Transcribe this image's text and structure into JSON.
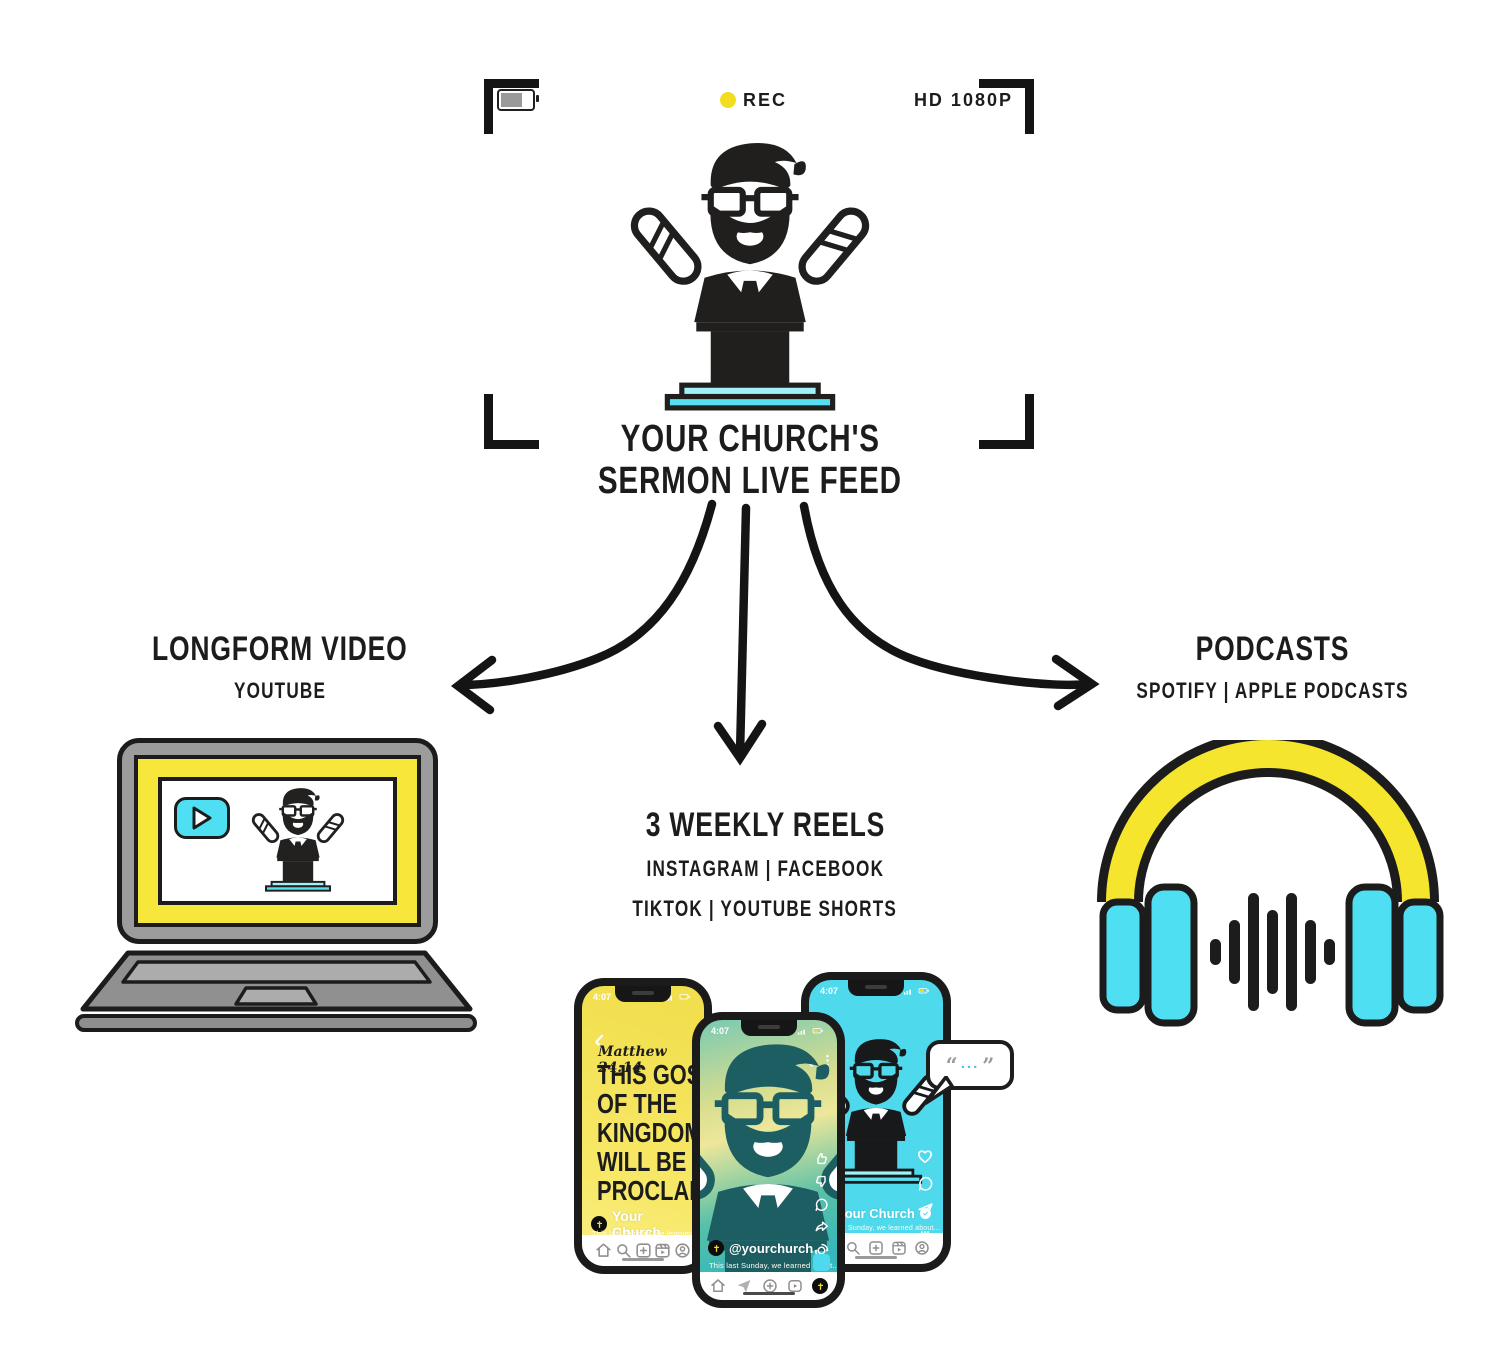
{
  "viewfinder": {
    "rec_label": "REC",
    "quality_label": "HD 1080P"
  },
  "source": {
    "title_line1": "YOUR CHURCH'S",
    "title_line2": "SERMON LIVE FEED"
  },
  "branches": {
    "longform": {
      "title": "LONGFORM VIDEO",
      "platforms": "YOUTUBE"
    },
    "reels": {
      "title": "3 WEEKLY REELS",
      "platforms_row1": "INSTAGRAM  |  FACEBOOK",
      "platforms_row2": "TIKTOK  |  YOUTUBE SHORTS"
    },
    "podcasts": {
      "title": "PODCASTS",
      "platforms": "SPOTIFY  |  APPLE PODCASTS"
    }
  },
  "phone_left": {
    "time": "4:07",
    "verse_ref": "Matthew 24:14",
    "headline": [
      "THIS GOSPEL",
      "OF THE",
      "KINGDOM",
      "WILL BE",
      "PROCLAIMED"
    ],
    "account": "Your Church",
    "caption": "This last Sunday, we learned about..."
  },
  "phone_center": {
    "time": "4:07",
    "account": "@yourchurch",
    "caption": "This last Sunday, we learned about..."
  },
  "phone_right": {
    "time": "4:07",
    "account": "Your Church",
    "caption": "This last Sunday, we learned about...",
    "more_label": "...",
    "bubble": {
      "open": "“",
      "dots": "...",
      "close": "”"
    }
  },
  "colors": {
    "cyan": "#4FDFF2",
    "yellow": "#F8E72E",
    "ink": "#1C1C1C",
    "step_light": "#9FF2F8",
    "step_dark": "#55E0F2"
  }
}
